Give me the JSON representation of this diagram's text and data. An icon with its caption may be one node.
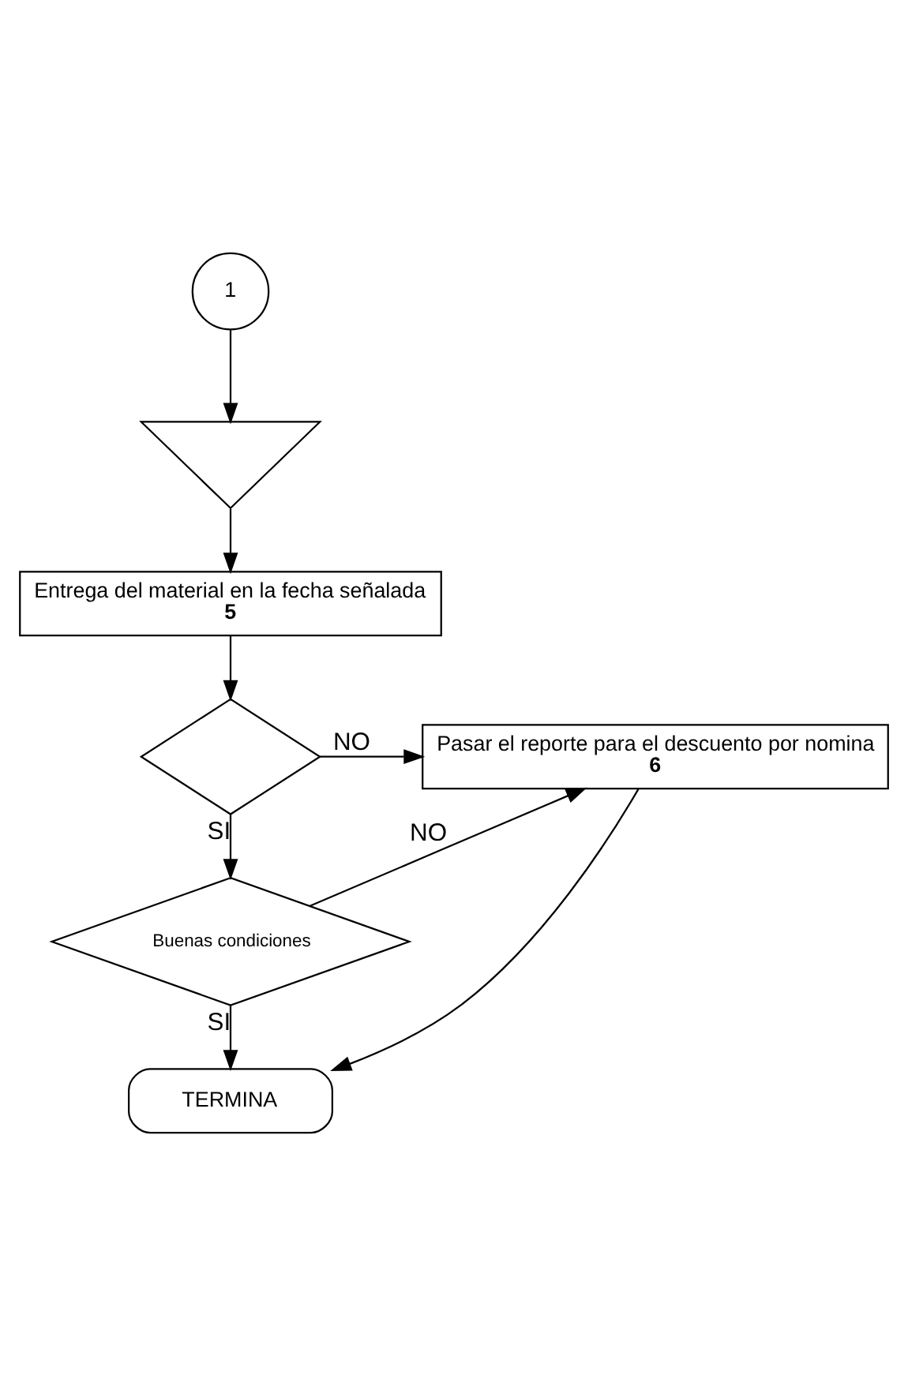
{
  "diagram": {
    "nodes": [
      {
        "text": [
          "1"
        ]
      },
      {
        "text": [],
        "shape": "triangle"
      },
      {
        "text": [
          "Entrega del material en la fecha señalada",
          "5"
        ]
      },
      {
        "text": [],
        "shape": "diamond"
      },
      {
        "text": [
          "Pasar el reporte para el descuento por nomina",
          "6"
        ]
      },
      {
        "text": [
          "Buenas condiciones"
        ]
      },
      {
        "text": [
          "TERMINA"
        ]
      }
    ],
    "edges": [
      {
        "from": 0,
        "to": 1,
        "arrow": "to"
      },
      {
        "from": 1,
        "to": 2,
        "arrow": "to"
      },
      {
        "from": 2,
        "to": 3,
        "arrow": "to"
      },
      {
        "from": 3,
        "to": 4,
        "arrow": "to",
        "label": "NO"
      },
      {
        "from": 3,
        "to": 5,
        "arrow": "to",
        "label": "SI"
      },
      {
        "from": 5,
        "to": 4,
        "arrow": "to",
        "label": "NO"
      },
      {
        "from": 5,
        "to": 6,
        "arrow": "to",
        "label": "SI"
      },
      {
        "from": 4,
        "to": 6,
        "arrow": "to"
      }
    ]
  }
}
